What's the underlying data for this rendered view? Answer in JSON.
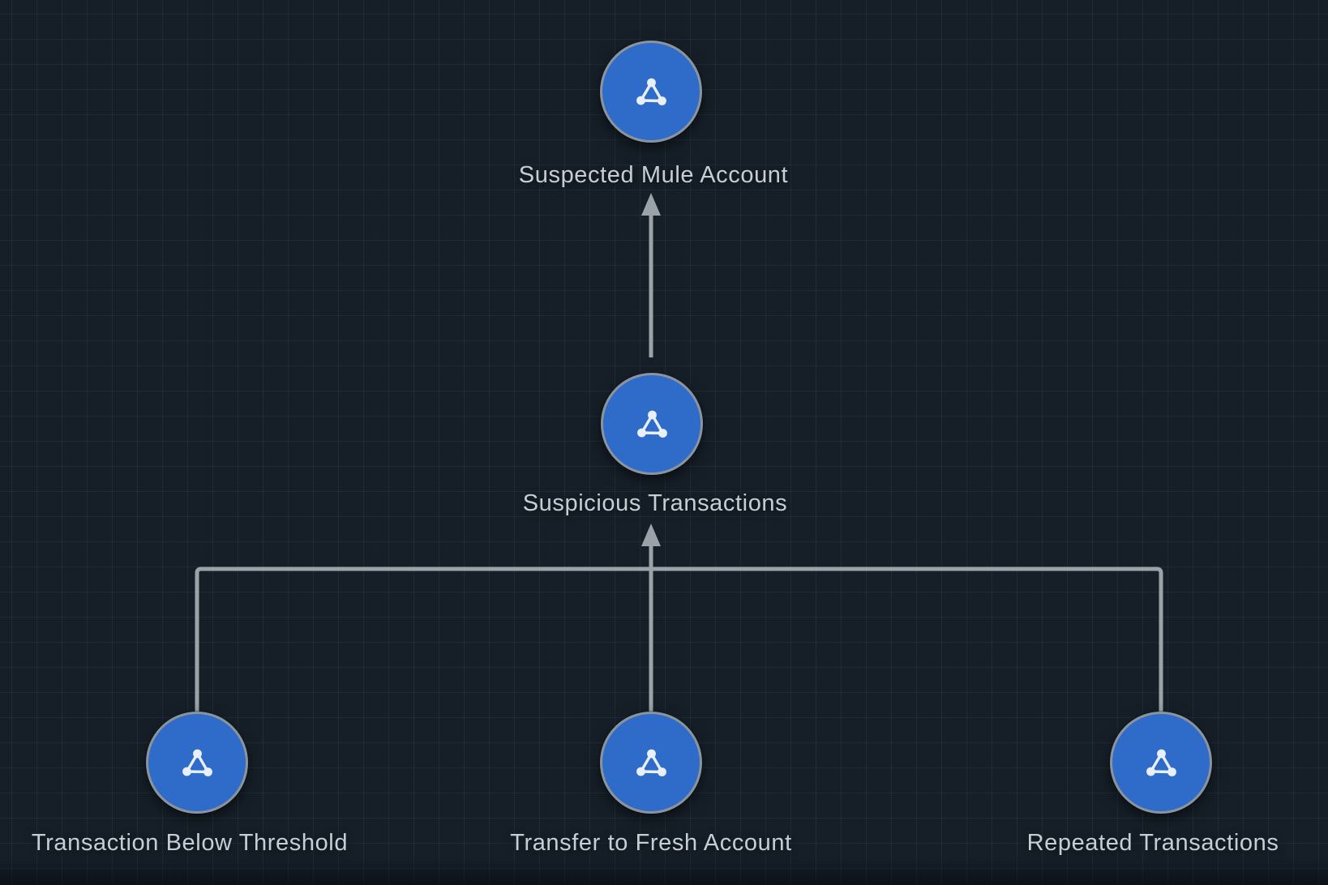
{
  "app": {
    "view": "graph-canvas",
    "background_color": "#161f28",
    "grid_color": "rgba(158,196,228,0.065)",
    "edge_color": "#9ba2a8",
    "node_fill_color": "#2f6cca",
    "node_border_color": "#8b949d",
    "node_icon": "network-triangle-icon",
    "node_icon_color": "#eaf0fb",
    "label_color": "#c7cdd5"
  },
  "nodes": [
    {
      "id": "suspected-mule-account",
      "label": "Suspected Mule Account"
    },
    {
      "id": "suspicious-transactions",
      "label": "Suspicious Transactions"
    },
    {
      "id": "transaction-below-threshold",
      "label": "Transaction Below Threshold"
    },
    {
      "id": "transfer-to-fresh-account",
      "label": "Transfer to Fresh Account"
    },
    {
      "id": "repeated-transactions",
      "label": "Repeated Transactions"
    }
  ],
  "edges": [
    {
      "from": "suspicious-transactions",
      "to": "suspected-mule-account",
      "arrow": "up"
    },
    {
      "from": "transaction-below-threshold",
      "to": "suspicious-transactions",
      "arrow": "up"
    },
    {
      "from": "transfer-to-fresh-account",
      "to": "suspicious-transactions",
      "arrow": "up"
    },
    {
      "from": "repeated-transactions",
      "to": "suspicious-transactions",
      "arrow": "up"
    }
  ]
}
